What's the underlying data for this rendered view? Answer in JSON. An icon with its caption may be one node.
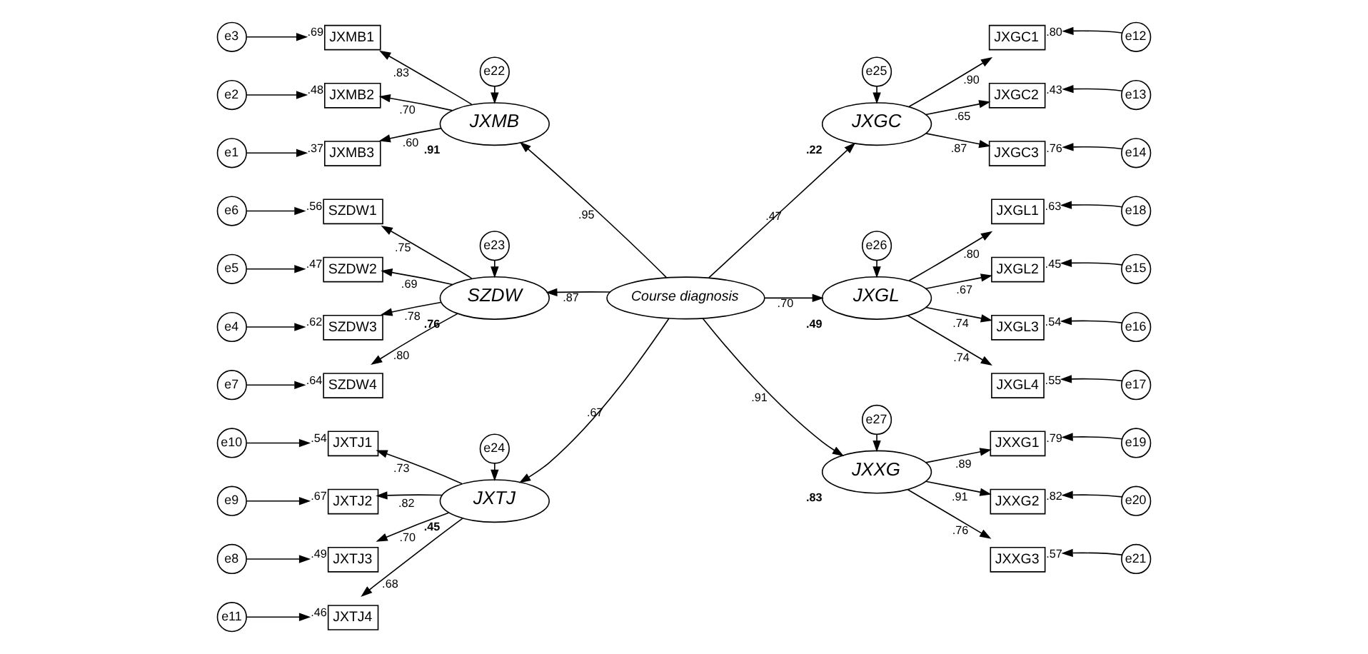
{
  "diagram": {
    "nodes": [
      {
        "text": [
          "Course diagnosis"
        ]
      },
      {
        "text": [
          "JXMB"
        ],
        "beside": [
          ".91"
        ]
      },
      {
        "text": [
          "SZDW"
        ],
        "beside": [
          ".76"
        ]
      },
      {
        "text": [
          "JXTJ"
        ],
        "beside": [
          ".45"
        ]
      },
      {
        "text": [
          "JXGC"
        ],
        "beside": [
          ".22"
        ]
      },
      {
        "text": [
          "JXGL"
        ],
        "beside": [
          ".49"
        ]
      },
      {
        "text": [
          "JXXG"
        ],
        "beside": [
          ".83"
        ]
      },
      {
        "text": [
          "e22"
        ]
      },
      {
        "text": [
          "e23"
        ]
      },
      {
        "text": [
          "e24"
        ]
      },
      {
        "text": [
          "e25"
        ]
      },
      {
        "text": [
          "e26"
        ]
      },
      {
        "text": [
          "e27"
        ]
      },
      {
        "text": [
          "JXMB1"
        ],
        "beside": [
          ".69"
        ]
      },
      {
        "text": [
          "JXMB2"
        ],
        "beside": [
          ".48"
        ]
      },
      {
        "text": [
          "JXMB3"
        ],
        "beside": [
          ".37"
        ]
      },
      {
        "text": [
          "SZDW1"
        ],
        "beside": [
          ".56"
        ]
      },
      {
        "text": [
          "SZDW2"
        ],
        "beside": [
          ".47"
        ]
      },
      {
        "text": [
          "SZDW3"
        ],
        "beside": [
          ".62"
        ]
      },
      {
        "text": [
          "SZDW4"
        ],
        "beside": [
          ".64"
        ]
      },
      {
        "text": [
          "JXTJ1"
        ],
        "beside": [
          ".54"
        ]
      },
      {
        "text": [
          "JXTJ2"
        ],
        "beside": [
          ".67"
        ]
      },
      {
        "text": [
          "JXTJ3"
        ],
        "beside": [
          ".49"
        ]
      },
      {
        "text": [
          "JXTJ4"
        ],
        "beside": [
          ".46"
        ]
      },
      {
        "text": [
          "JXGC1"
        ],
        "beside": [
          ".80"
        ]
      },
      {
        "text": [
          "JXGC2"
        ],
        "beside": [
          ".43"
        ]
      },
      {
        "text": [
          "JXGC3"
        ],
        "beside": [
          ".76"
        ]
      },
      {
        "text": [
          "JXGL1"
        ],
        "beside": [
          ".63"
        ]
      },
      {
        "text": [
          "JXGL2"
        ],
        "beside": [
          ".45"
        ]
      },
      {
        "text": [
          "JXGL3"
        ],
        "beside": [
          ".54"
        ]
      },
      {
        "text": [
          "JXGL4"
        ],
        "beside": [
          ".55"
        ]
      },
      {
        "text": [
          "JXXG1"
        ],
        "beside": [
          ".79"
        ]
      },
      {
        "text": [
          "JXXG2"
        ],
        "beside": [
          ".82"
        ]
      },
      {
        "text": [
          "JXXG3"
        ],
        "beside": [
          ".57"
        ]
      },
      {
        "text": [
          "e3"
        ]
      },
      {
        "text": [
          "e2"
        ]
      },
      {
        "text": [
          "e1"
        ]
      },
      {
        "text": [
          "e6"
        ]
      },
      {
        "text": [
          "e5"
        ]
      },
      {
        "text": [
          "e4"
        ]
      },
      {
        "text": [
          "e7"
        ]
      },
      {
        "text": [
          "e10"
        ]
      },
      {
        "text": [
          "e9"
        ]
      },
      {
        "text": [
          "e8"
        ]
      },
      {
        "text": [
          "e11"
        ]
      },
      {
        "text": [
          "e12"
        ]
      },
      {
        "text": [
          "e13"
        ]
      },
      {
        "text": [
          "e14"
        ]
      },
      {
        "text": [
          "e18"
        ]
      },
      {
        "text": [
          "e15"
        ]
      },
      {
        "text": [
          "e16"
        ]
      },
      {
        "text": [
          "e17"
        ]
      },
      {
        "text": [
          "e19"
        ]
      },
      {
        "text": [
          "e20"
        ]
      },
      {
        "text": [
          "e21"
        ]
      }
    ],
    "edges": [
      {
        "from": 0,
        "to": 1,
        "arrow": "to",
        "label": ".95"
      },
      {
        "from": 0,
        "to": 2,
        "arrow": "to",
        "label": ".87"
      },
      {
        "from": 0,
        "to": 3,
        "arrow": "to",
        "label": ".67"
      },
      {
        "from": 0,
        "to": 4,
        "arrow": "to",
        "label": ".47"
      },
      {
        "from": 0,
        "to": 5,
        "arrow": "to",
        "label": ".70"
      },
      {
        "from": 0,
        "to": 6,
        "arrow": "to",
        "label": ".91"
      },
      {
        "from": 7,
        "to": 1,
        "arrow": "to"
      },
      {
        "from": 8,
        "to": 2,
        "arrow": "to"
      },
      {
        "from": 9,
        "to": 3,
        "arrow": "to"
      },
      {
        "from": 10,
        "to": 4,
        "arrow": "to"
      },
      {
        "from": 11,
        "to": 5,
        "arrow": "to"
      },
      {
        "from": 12,
        "to": 6,
        "arrow": "to"
      },
      {
        "from": 1,
        "to": 13,
        "arrow": "to",
        "label": ".83"
      },
      {
        "from": 1,
        "to": 14,
        "arrow": "to",
        "label": ".70"
      },
      {
        "from": 1,
        "to": 15,
        "arrow": "to",
        "label": ".60"
      },
      {
        "from": 2,
        "to": 16,
        "arrow": "to",
        "label": ".75"
      },
      {
        "from": 2,
        "to": 17,
        "arrow": "to",
        "label": ".69"
      },
      {
        "from": 2,
        "to": 18,
        "arrow": "to",
        "label": ".78"
      },
      {
        "from": 2,
        "to": 19,
        "arrow": "to",
        "label": ".80"
      },
      {
        "from": 3,
        "to": 20,
        "arrow": "to",
        "label": ".73"
      },
      {
        "from": 3,
        "to": 21,
        "arrow": "to",
        "label": ".82"
      },
      {
        "from": 3,
        "to": 22,
        "arrow": "to",
        "label": ".70"
      },
      {
        "from": 3,
        "to": 23,
        "arrow": "to",
        "label": ".68"
      },
      {
        "from": 4,
        "to": 24,
        "arrow": "to",
        "label": ".90"
      },
      {
        "from": 4,
        "to": 25,
        "arrow": "to",
        "label": ".65"
      },
      {
        "from": 4,
        "to": 26,
        "arrow": "to",
        "label": ".87"
      },
      {
        "from": 5,
        "to": 27,
        "arrow": "to",
        "label": ".80"
      },
      {
        "from": 5,
        "to": 28,
        "arrow": "to",
        "label": ".67"
      },
      {
        "from": 5,
        "to": 29,
        "arrow": "to",
        "label": ".74"
      },
      {
        "from": 5,
        "to": 30,
        "arrow": "to",
        "label": ".74"
      },
      {
        "from": 6,
        "to": 31,
        "arrow": "to",
        "label": ".89"
      },
      {
        "from": 6,
        "to": 32,
        "arrow": "to",
        "label": ".91"
      },
      {
        "from": 6,
        "to": 33,
        "arrow": "to",
        "label": ".76"
      },
      {
        "from": 34,
        "to": 13,
        "arrow": "to"
      },
      {
        "from": 35,
        "to": 14,
        "arrow": "to"
      },
      {
        "from": 36,
        "to": 15,
        "arrow": "to"
      },
      {
        "from": 37,
        "to": 16,
        "arrow": "to"
      },
      {
        "from": 38,
        "to": 17,
        "arrow": "to"
      },
      {
        "from": 39,
        "to": 18,
        "arrow": "to"
      },
      {
        "from": 40,
        "to": 19,
        "arrow": "to"
      },
      {
        "from": 41,
        "to": 20,
        "arrow": "to"
      },
      {
        "from": 42,
        "to": 21,
        "arrow": "to"
      },
      {
        "from": 43,
        "to": 22,
        "arrow": "to"
      },
      {
        "from": 44,
        "to": 23,
        "arrow": "to"
      },
      {
        "from": 45,
        "to": 24,
        "arrow": "to"
      },
      {
        "from": 46,
        "to": 25,
        "arrow": "to"
      },
      {
        "from": 47,
        "to": 26,
        "arrow": "to"
      },
      {
        "from": 48,
        "to": 27,
        "arrow": "to"
      },
      {
        "from": 49,
        "to": 28,
        "arrow": "to"
      },
      {
        "from": 50,
        "to": 29,
        "arrow": "to"
      },
      {
        "from": 51,
        "to": 30,
        "arrow": "to"
      },
      {
        "from": 52,
        "to": 31,
        "arrow": "to"
      },
      {
        "from": 53,
        "to": 32,
        "arrow": "to"
      },
      {
        "from": 54,
        "to": 33,
        "arrow": "to"
      }
    ]
  }
}
